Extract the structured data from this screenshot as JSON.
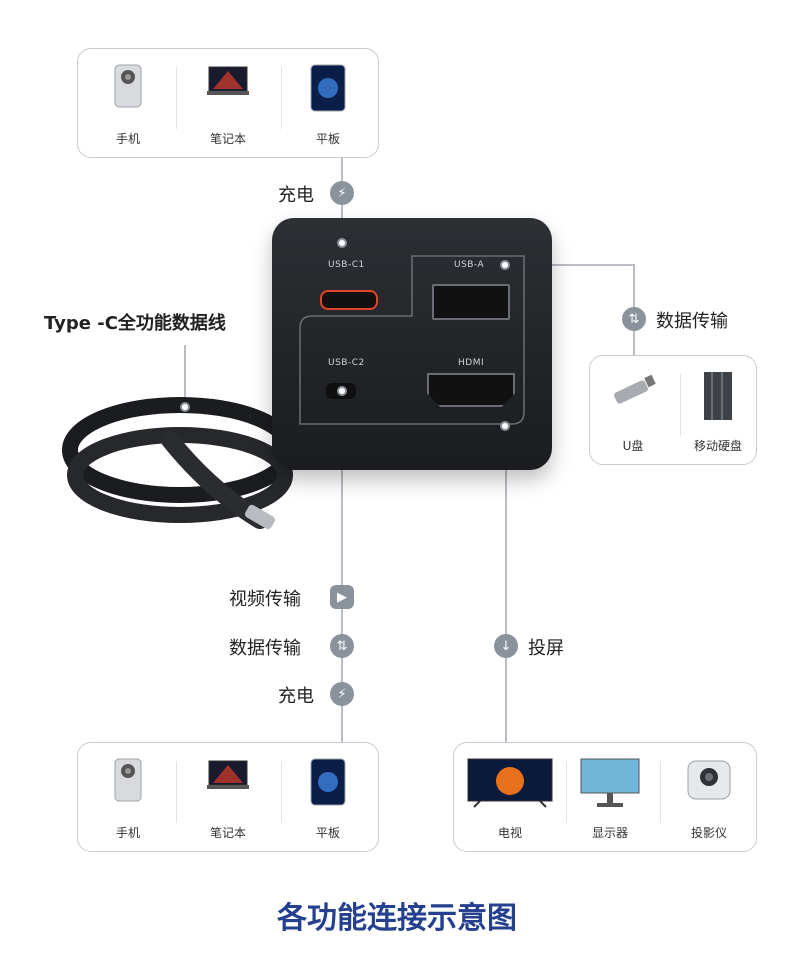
{
  "top_card": {
    "items": [
      {
        "label": "手机"
      },
      {
        "label": "笔记本"
      },
      {
        "label": "平板"
      }
    ]
  },
  "labels": {
    "charge_top": "充电",
    "cable": "Type -C全功能数据线",
    "data_right": "数据传输",
    "video": "视频传输",
    "data_bottom": "数据传输",
    "charge_bottom": "充电",
    "projection": "投屏"
  },
  "hub": {
    "ports": {
      "c1": "USB-C1",
      "a": "USB-A",
      "c2": "USB-C2",
      "hdmi": "HDMI"
    }
  },
  "storage_card": {
    "items": [
      {
        "label": "U盘"
      },
      {
        "label": "移动硬盘"
      }
    ]
  },
  "bottom_left_card": {
    "items": [
      {
        "label": "手机"
      },
      {
        "label": "笔记本"
      },
      {
        "label": "平板"
      }
    ]
  },
  "display_card": {
    "items": [
      {
        "label": "电视"
      },
      {
        "label": "显示器"
      },
      {
        "label": "投影仪"
      }
    ]
  },
  "title": "各功能连接示意图",
  "colors": {
    "accent": "#25408f",
    "hub": "#1f2124",
    "connector": "#8a929b",
    "usb_c1": "#e2432b"
  }
}
